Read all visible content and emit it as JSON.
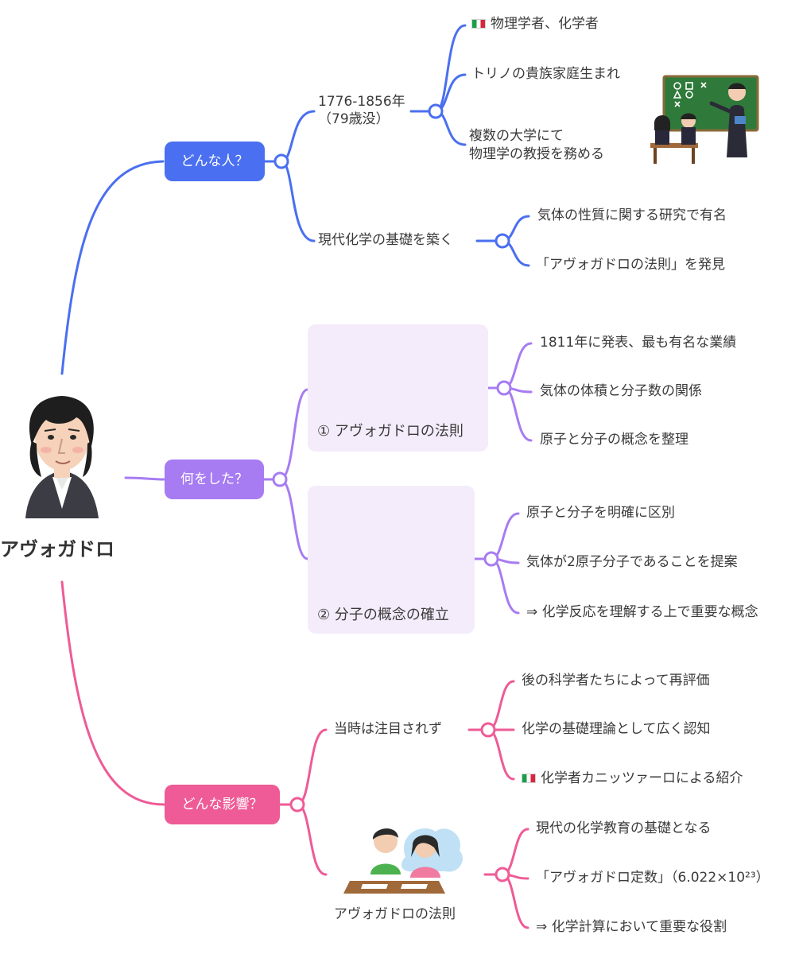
{
  "root": {
    "name": "アヴォガドロ"
  },
  "colors": {
    "blue": "#4a6ff0",
    "purple": "#a77cf2",
    "pink": "#ee5b96",
    "card_bg": "#f4ecfb"
  },
  "branches": {
    "who": {
      "label": "どんな人？",
      "life": {
        "line1": "1776-1856年",
        "line2": "（79歳没）",
        "items": [
          "物理学者、化学者",
          "トリノの貴族家庭生まれ",
          "複数の大学にて",
          "物理学の教授を務める"
        ]
      },
      "foundation": {
        "label": "現代化学の基礎を築く",
        "items": [
          "気体の性質に関する研究で有名",
          "「アヴォガドロの法則」を発見"
        ]
      }
    },
    "what": {
      "label": "何をした？",
      "law": {
        "title": "① アヴォガドロの法則",
        "items": [
          "1811年に発表、最も有名な業績",
          "気体の体積と分子数の関係",
          "原子と分子の概念を整理"
        ]
      },
      "molecule": {
        "title": "② 分子の概念の確立",
        "items": [
          "原子と分子を明確に区別",
          "気体が2原子分子であることを提案",
          "⇒ 化学反応を理解する上で重要な概念"
        ]
      }
    },
    "impact": {
      "label": "どんな影響？",
      "ignored": {
        "label": "当時は注目されず",
        "items": [
          "後の科学者たちによって再評価",
          "化学の基礎理論として広く認知",
          "化学者カニッツァーロによる紹介"
        ]
      },
      "education": {
        "label": "アヴォガドロの法則",
        "items": [
          "現代の化学教育の基礎となる",
          "「アヴォガドロ定数」（6.022×10²³）",
          "⇒ 化学計算において重要な役割"
        ]
      }
    }
  }
}
